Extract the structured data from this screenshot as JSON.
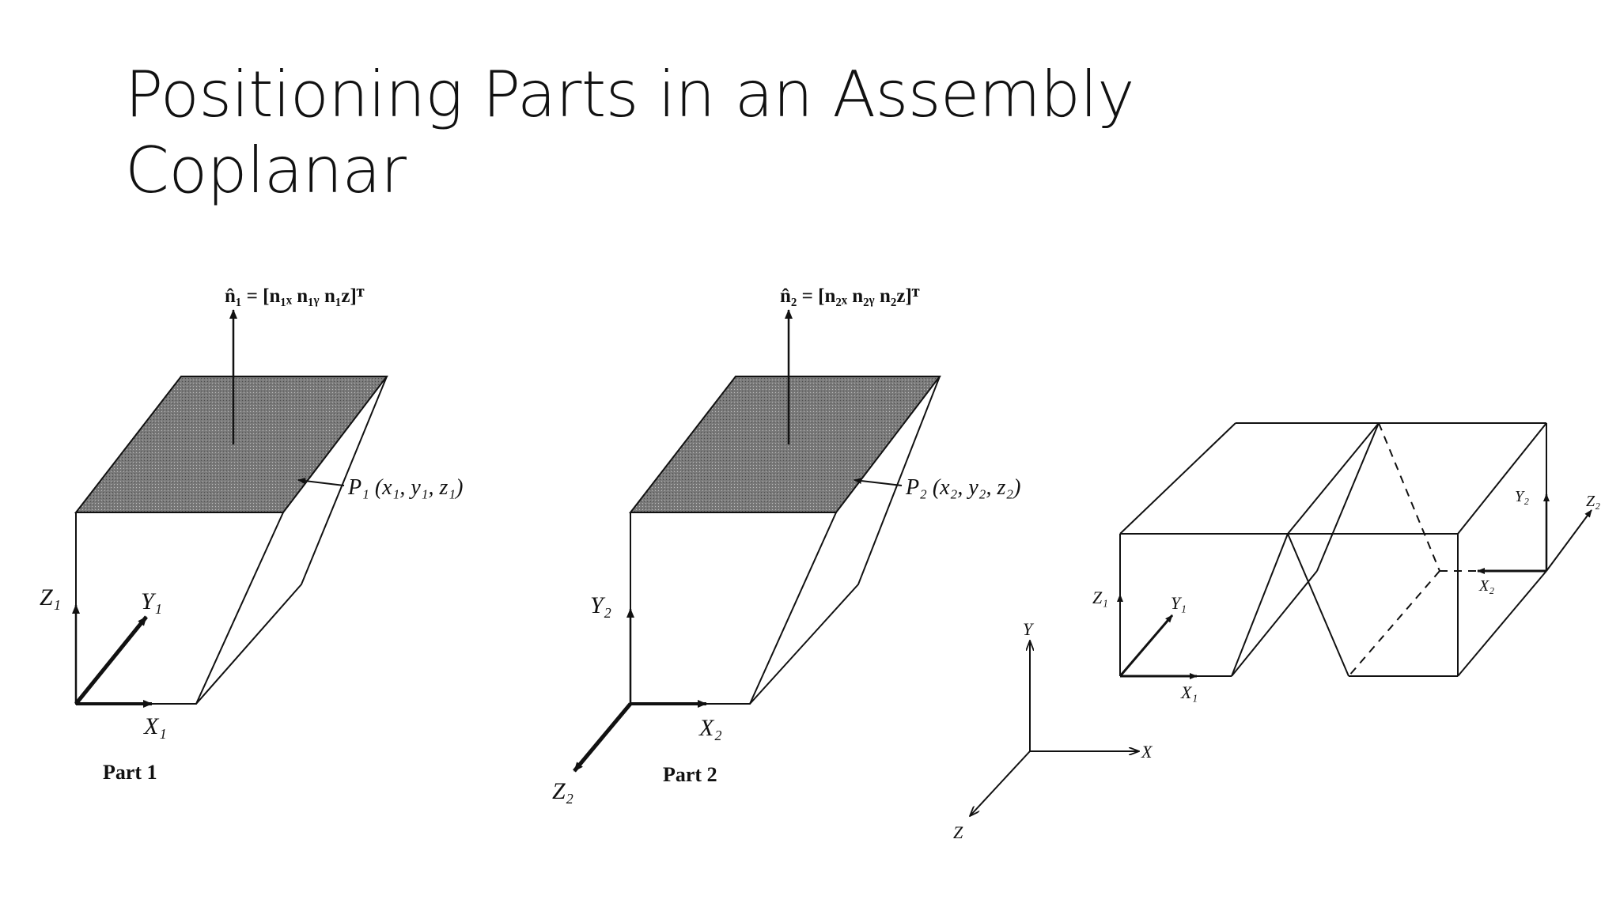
{
  "slide": {
    "title_line1": "Positioning Parts in an Assembly",
    "title_line2": "Coplanar"
  },
  "part1": {
    "normal_label": "n̂₁ = [n₁ₓ  n₁ᵧ  n₁z]ᵀ",
    "point_label": "P₁ (x₁, y₁, z₁)",
    "axis_z": "Z₁",
    "axis_y": "Y₁",
    "axis_x": "X₁",
    "caption": "Part 1"
  },
  "part2": {
    "normal_label": "n̂₂ = [n₂ₓ  n₂ᵧ  n₂z]ᵀ",
    "point_label": "P₂ (x₂, y₂, z₂)",
    "axis_y": "Y₂",
    "axis_x": "X₂",
    "axis_z": "Z₂",
    "caption": "Part 2"
  },
  "global_axes": {
    "y": "Y",
    "x": "X",
    "z": "Z"
  },
  "assembly": {
    "z1": "Z₁",
    "y1": "Y₁",
    "x1": "X₁",
    "y2": "Y₂",
    "z2": "Z₂",
    "x2": "X₂"
  }
}
